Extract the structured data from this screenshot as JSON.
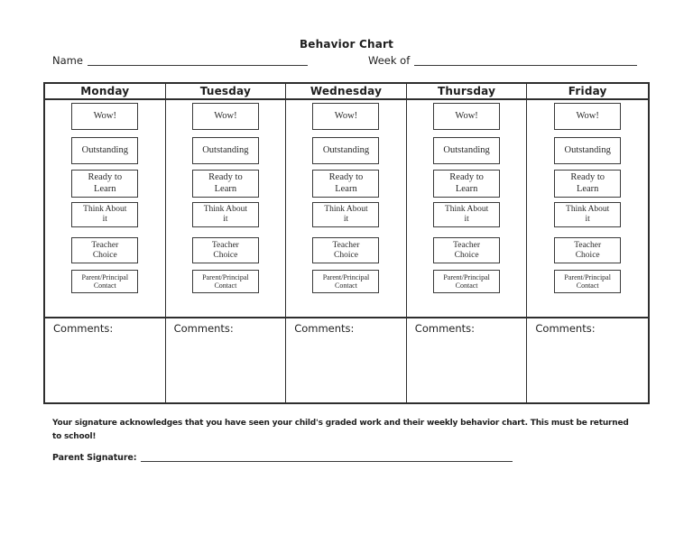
{
  "header": {
    "title": "Behavior Chart",
    "name_label": "Name",
    "week_of_label": "Week of"
  },
  "table": {
    "days": [
      "Monday",
      "Tuesday",
      "Wednesday",
      "Thursday",
      "Friday"
    ],
    "levels": [
      [
        "Wow!"
      ],
      [
        "Outstanding"
      ],
      [
        "Ready to",
        "Learn"
      ],
      [
        "Think About",
        "it"
      ],
      [
        "Teacher",
        "Choice"
      ],
      [
        "Parent/Principal",
        "Contact"
      ]
    ],
    "comments_label": "Comments:"
  },
  "footer": {
    "note_lines": [
      "Your signature acknowledges that you have seen your child's graded work and their weekly behavior chart. This must be returned",
      "to school!"
    ],
    "parent_signature_label": "Parent Signature:"
  },
  "colors": {
    "ink": "#1f1f1f",
    "border": "#2e2e2e",
    "background": "#ffffff"
  }
}
